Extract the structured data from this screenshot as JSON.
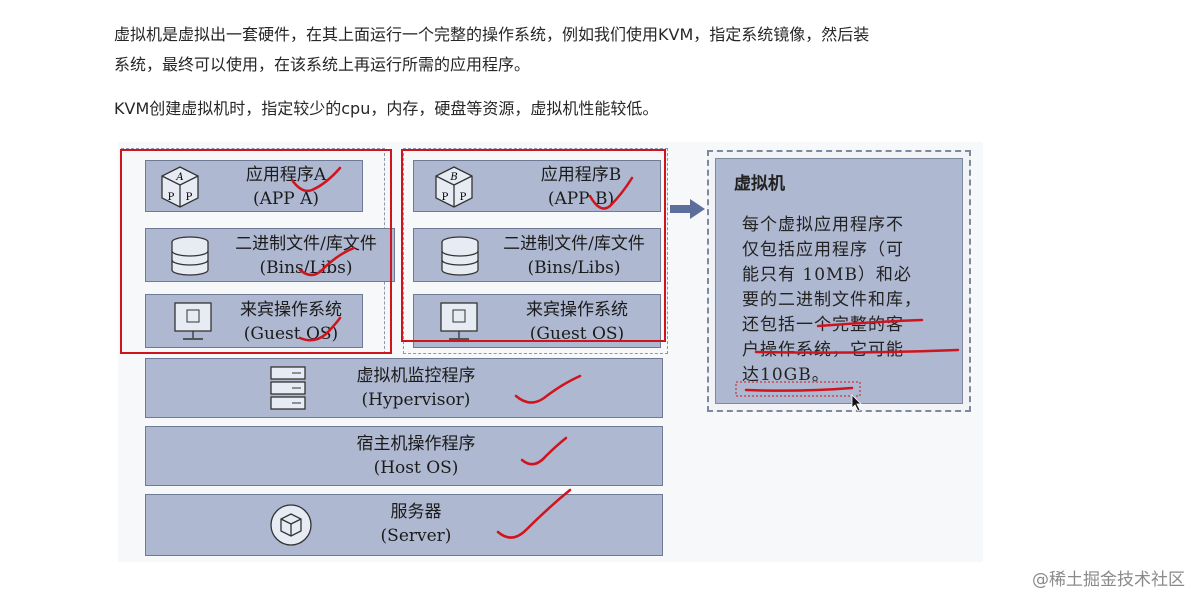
{
  "intro": {
    "line1": "虚拟机是虚拟出一套硬件，在其上面运行一个完整的操作系统，例如我们使用KVM，指定系统镜像，然后装",
    "line1b": "系统，最终可以使用，在该系统上再运行所需的应用程序。",
    "line2": "KVM创建虚拟机时，指定较少的cpu，内存，硬盘等资源，虚拟机性能较低。"
  },
  "diagram": {
    "vm_a": {
      "app": {
        "cn": "应用程序A",
        "en": "(APP A)"
      },
      "bins": {
        "cn": "二进制文件/库文件",
        "en": "(Bins/Libs)"
      },
      "guest": {
        "cn": "来宾操作系统",
        "en": "(Guest OS)"
      },
      "cube_letters": [
        "A",
        "P",
        "P"
      ]
    },
    "vm_b": {
      "app": {
        "cn": "应用程序B",
        "en": "(APP B)"
      },
      "bins": {
        "cn": "二进制文件/库文件",
        "en": "(Bins/Libs)"
      },
      "guest": {
        "cn": "来宾操作系统",
        "en": "(Guest OS)"
      },
      "cube_letters": [
        "B",
        "P",
        "P"
      ]
    },
    "hypervisor": {
      "cn": "虚拟机监控程序",
      "en": "(Hypervisor)"
    },
    "host_os": {
      "cn": "宿主机操作程序",
      "en": "(Host OS)"
    },
    "server": {
      "cn": "服务器",
      "en": "(Server)"
    },
    "callout": {
      "title": "虚拟机",
      "lines": [
        "每个虚拟应用程序不",
        "仅包括应用程序（可",
        "能只有 10MB）和必",
        "要的二进制文件和库，",
        "还包括一个完整的客",
        "户操作系统，它可能",
        "达10GB。"
      ]
    }
  },
  "watermark": "@稀土掘金技术社区",
  "colors": {
    "layer": "#aeb8d0",
    "annotation_red": "#d0141e"
  }
}
